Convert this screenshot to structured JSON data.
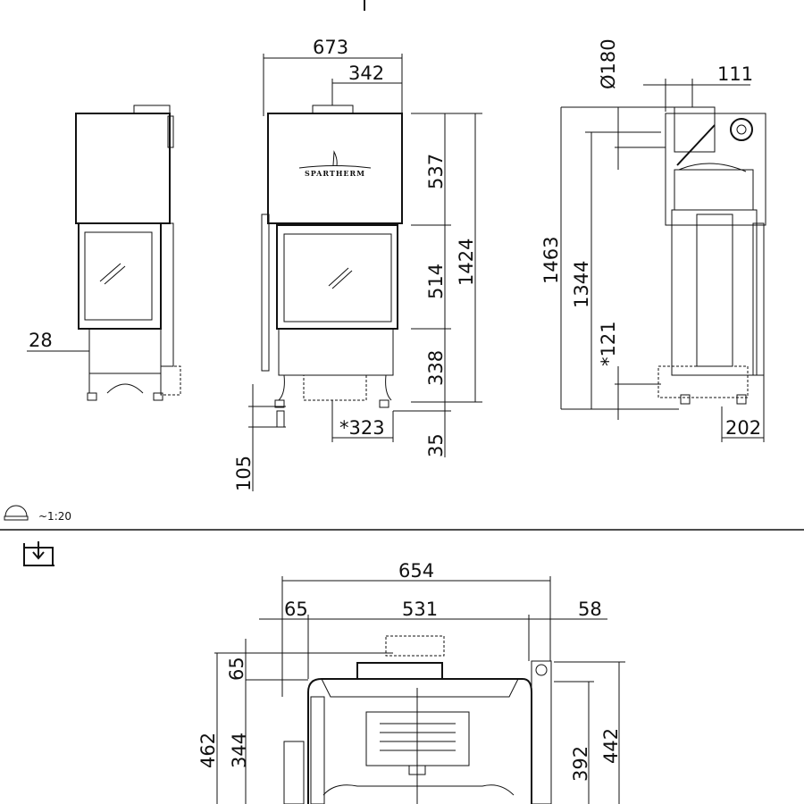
{
  "logo": "SPARTHERM",
  "scale_label": "~1:20",
  "front_view": {
    "width_total": "673",
    "width_flue": "342",
    "h_top": "537",
    "h_door": "514",
    "h_total": "1424",
    "h_base": "338",
    "h_foot": "35",
    "air_inlet": "*323",
    "foot_adjust": "105"
  },
  "side_left_view": {
    "offset": "28"
  },
  "side_view": {
    "flue_diameter": "Ø180",
    "flue_offset": "111",
    "h_total": "1463",
    "h_flue": "1344",
    "air_height": "*121",
    "depth_base": "202"
  },
  "top_view": {
    "width_total": "654",
    "left": "65",
    "middle": "531",
    "right": "58",
    "top_offset": "65",
    "depth_total": "462",
    "depth_left": "344",
    "depth_right_inner": "392",
    "depth_right": "442"
  }
}
